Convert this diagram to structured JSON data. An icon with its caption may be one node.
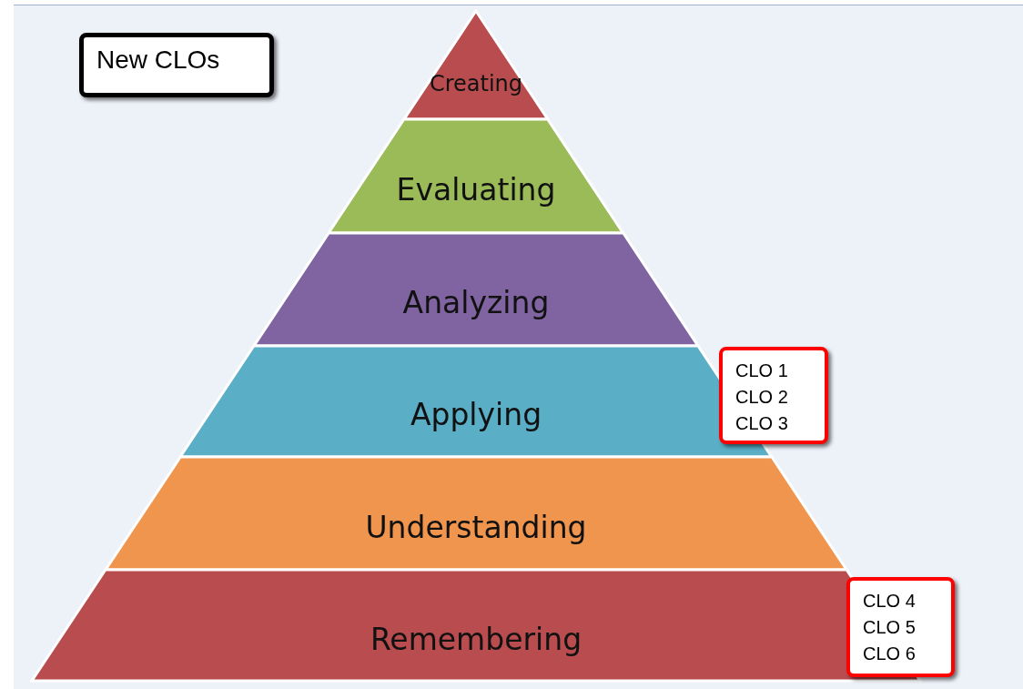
{
  "diagram": {
    "nodes": [
      {
        "text": [
          "New CLOs"
        ]
      },
      {
        "text": [
          "Creating"
        ]
      },
      {
        "text": [
          "Evaluating"
        ]
      },
      {
        "text": [
          "Analyzing"
        ]
      },
      {
        "text": [
          "Applying"
        ]
      },
      {
        "text": [
          "Understanding"
        ]
      },
      {
        "text": [
          "Remembering"
        ]
      },
      {
        "text": [
          "CLO 1",
          "CLO 2",
          "CLO 3"
        ]
      },
      {
        "text": [
          "CLO 4",
          "CLO 5",
          "CLO 6"
        ]
      }
    ]
  }
}
